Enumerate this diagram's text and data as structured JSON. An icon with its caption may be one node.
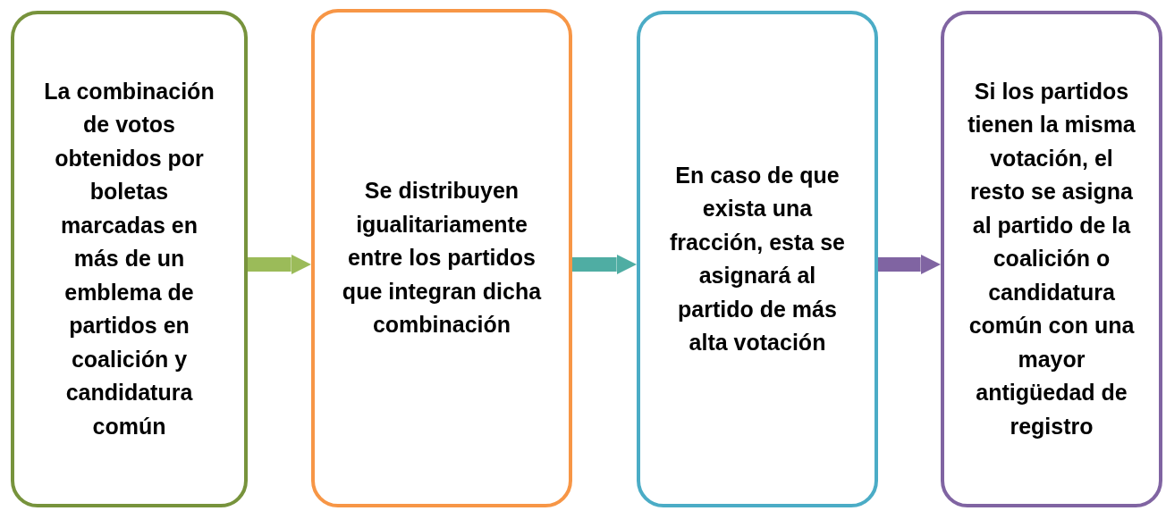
{
  "diagram": {
    "nodes": [
      {
        "text": [
          "La combinación de votos obtenidos por boletas marcadas en más de un emblema de partidos en coalición y candidatura común"
        ]
      },
      {
        "text": [
          "Se distribuyen igualitariamente entre los partidos que integran dicha combinación"
        ]
      },
      {
        "text": [
          "En caso de que exista una fracción, esta se asignará al partido de más alta votación"
        ]
      },
      {
        "text": [
          "Si los partidos tienen la misma votación, el resto se asigna al partido de la coalición o candidatura común con una mayor antigüedad de registro"
        ]
      }
    ],
    "edges": [
      {
        "from": 0,
        "to": 1,
        "arrow": "to",
        "color": "#9bbb59"
      },
      {
        "from": 1,
        "to": 2,
        "arrow": "to",
        "color": "#4fada3"
      },
      {
        "from": 2,
        "to": 3,
        "arrow": "to",
        "color": "#8064a2"
      }
    ]
  }
}
